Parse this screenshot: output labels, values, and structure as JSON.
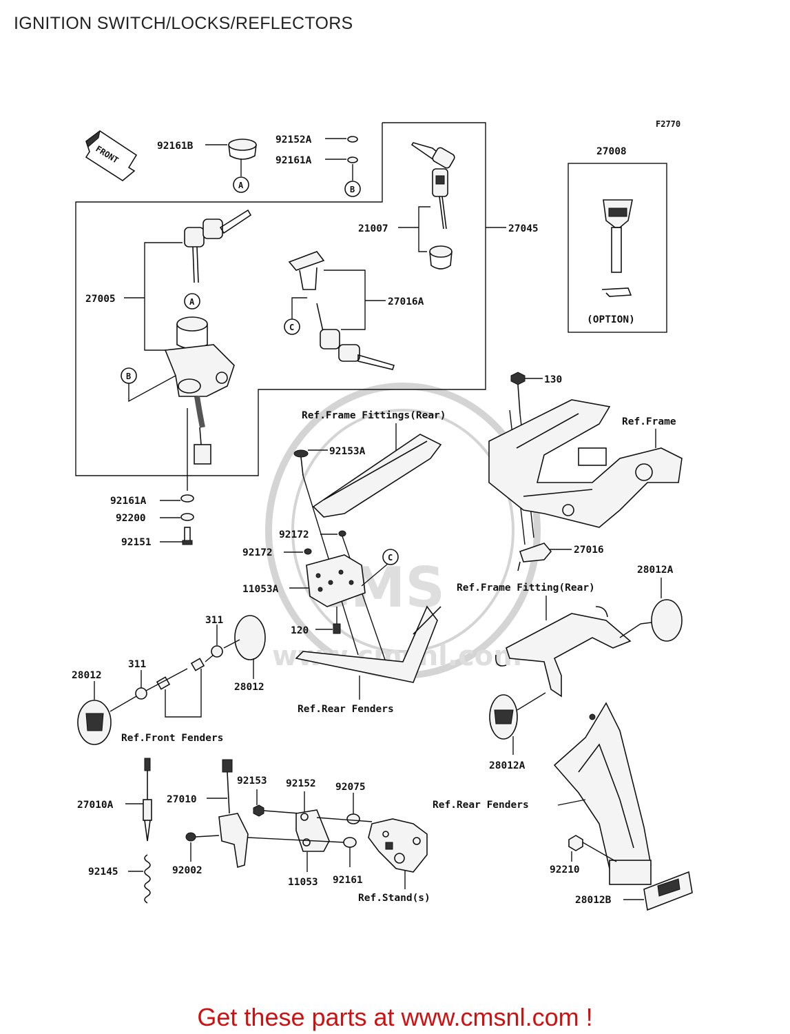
{
  "page": {
    "title": "IGNITION SWITCH/LOCKS/REFLECTORS",
    "footer": "Get these parts at www.cmsnl.com !"
  },
  "diagram": {
    "figure_code": "F2770",
    "front_label": "FRONT",
    "watermark": "www.cmsnl.com",
    "callouts": {
      "a1": "A",
      "a2": "A",
      "b1": "B",
      "b2": "B",
      "c1": "C",
      "c2": "C"
    },
    "labels": {
      "p92161B": "92161B",
      "p92152A": "92152A",
      "p92161A_top": "92161A",
      "p27008": "27008",
      "option": "(OPTION)",
      "p21007": "21007",
      "p27045": "27045",
      "p27005": "27005",
      "p27016A": "27016A",
      "p130": "130",
      "ref_frame": "Ref.Frame",
      "ref_frame_fittings_rear": "Ref.Frame Fittings(Rear)",
      "p92153A": "92153A",
      "p92161A_mid": "92161A",
      "p92200": "92200",
      "p92151": "92151",
      "p92172_a": "92172",
      "p92172_b": "92172",
      "p27016": "27016",
      "p28012A_top": "28012A",
      "p11053A": "11053A",
      "ref_frame_fitting_rear": "Ref.Frame Fitting(Rear)",
      "p311_a": "311",
      "p120": "120",
      "p28012_left": "28012",
      "p311_b": "311",
      "p28012_mid": "28012",
      "ref_rear_fenders_1": "Ref.Rear Fenders",
      "ref_front_fenders": "Ref.Front Fenders",
      "p28012A_bottom": "28012A",
      "p92153": "92153",
      "p92152": "92152",
      "p92075": "92075",
      "p27010": "27010",
      "p27010A": "27010A",
      "ref_rear_fenders_2": "Ref.Rear Fenders",
      "p92145": "92145",
      "p92002": "92002",
      "p11053": "11053",
      "p92161": "92161",
      "ref_stands": "Ref.Stand(s)",
      "p92210": "92210",
      "p28012B": "28012B"
    }
  }
}
